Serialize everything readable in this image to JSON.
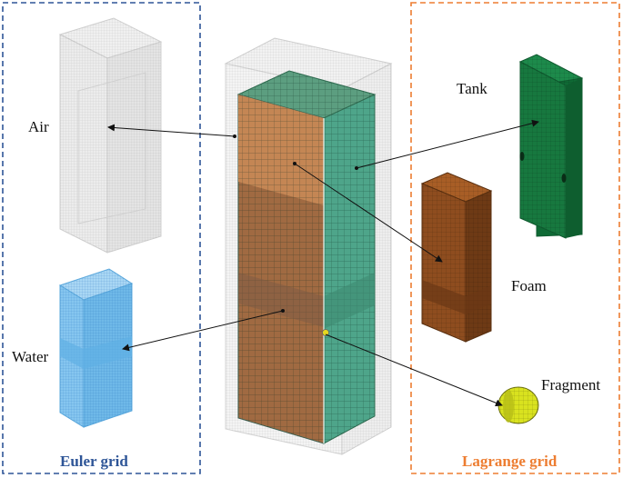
{
  "labels": {
    "air": "Air",
    "water": "Water",
    "tank": "Tank",
    "foam": "Foam",
    "fragment": "Fragment"
  },
  "groups": {
    "euler": "Euler grid",
    "lagrange": "Lagrange grid"
  },
  "colors": {
    "euler_border": "#2e5597",
    "lagrange_border": "#ed7d31",
    "air": "#e6e6e6",
    "water": "#7fc0ea",
    "tank": "#117a3c",
    "foam": "#8a4a1e",
    "fragment": "#d6e22a",
    "center_wall": "#4e9e88",
    "center_front": "#9c6840"
  }
}
